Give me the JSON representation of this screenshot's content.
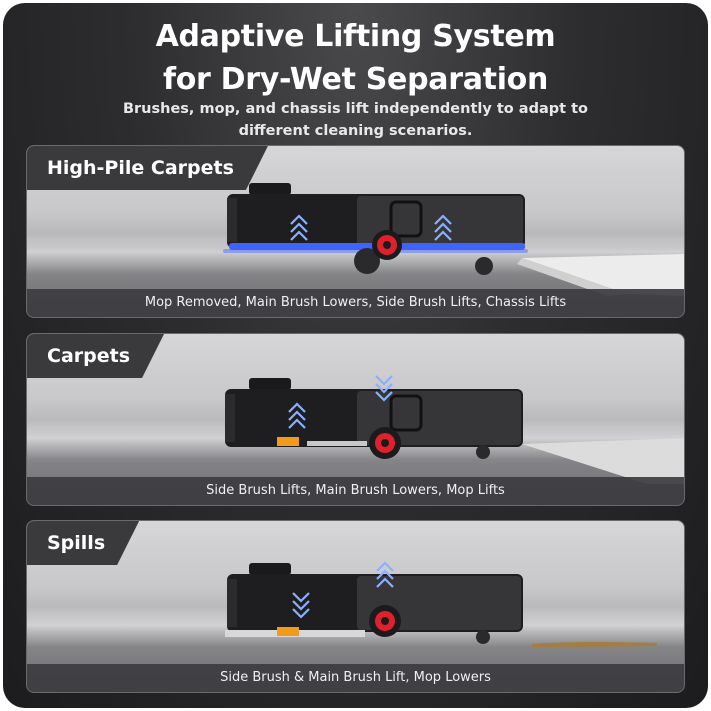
{
  "header": {
    "title_line1": "Adaptive Lifting System",
    "title_line2": "for Dry-Wet Separation",
    "subtitle_line1": "Brushes, mop, and chassis lift independently to adapt to",
    "subtitle_line2": "different cleaning scenarios."
  },
  "panels": [
    {
      "label": "High-Pile Carpets",
      "caption": "Mop Removed, Main Brush Lowers, Side Brush Lifts, Chassis Lifts",
      "arrows": [
        "up",
        "up"
      ],
      "floor": "carpet"
    },
    {
      "label": "Carpets",
      "caption": "Side Brush Lifts, Main Brush Lowers, Mop Lifts",
      "arrows": [
        "up",
        "down"
      ],
      "floor": "carpet"
    },
    {
      "label": "Spills",
      "caption": "Side Brush & Main Brush Lift, Mop Lowers",
      "arrows": [
        "down",
        "up"
      ],
      "floor": "spill"
    }
  ],
  "colors": {
    "accent_blue": "#3f63ff",
    "arrow_blue": "#8ab0ff",
    "brush_red": "#e0202a",
    "mop_orange": "#f29a1a",
    "spill_brown": "#a57b3a"
  }
}
